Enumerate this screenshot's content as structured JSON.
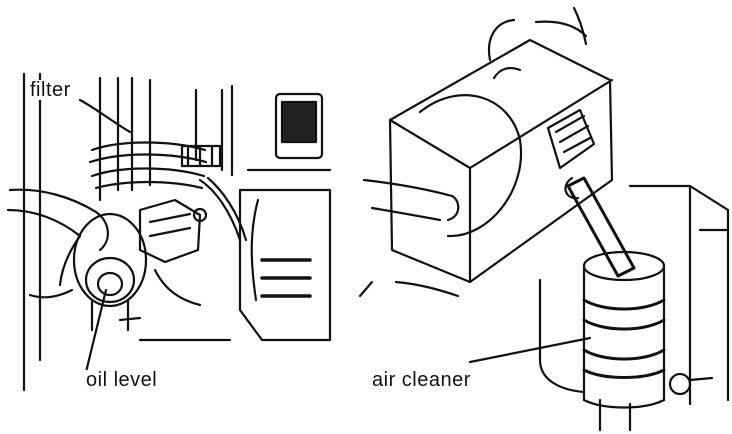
{
  "labels": {
    "filter": "filter",
    "oil_level": "oil level",
    "air_cleaner": "air cleaner"
  },
  "colors": {
    "ink": "#111111",
    "paper": "#ffffff"
  }
}
